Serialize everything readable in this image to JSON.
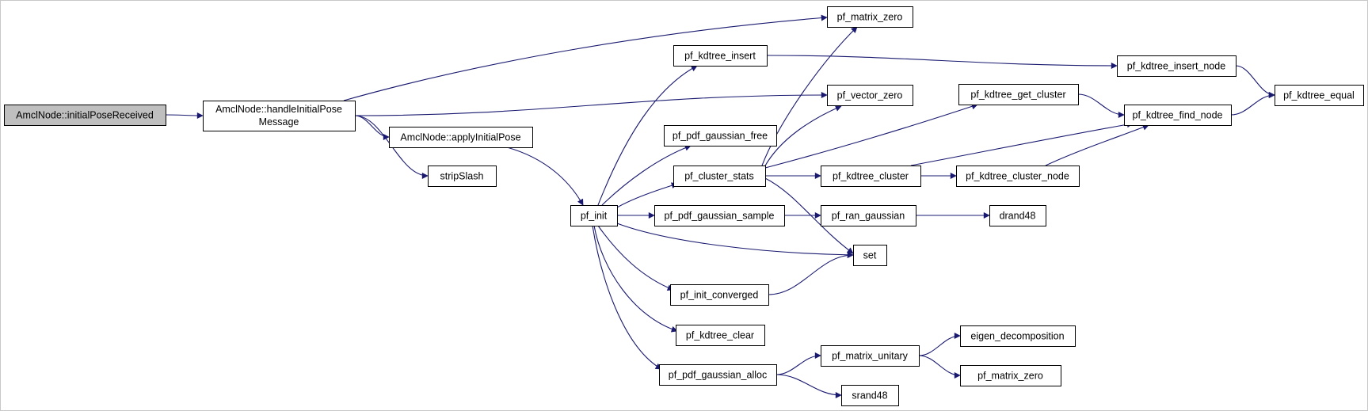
{
  "graph": {
    "colors": {
      "edge": "#191970",
      "node_border": "#000000",
      "node_fill": "#ffffff",
      "root_fill": "#bfbfbf"
    },
    "nodes": [
      {
        "id": "amcl_initial",
        "label": "AmclNode::initialPoseReceived",
        "root": true
      },
      {
        "id": "amcl_handle",
        "label": [
          "AmclNode::handleInitialPose",
          "Message"
        ]
      },
      {
        "id": "amcl_apply",
        "label": "AmclNode::applyInitialPose"
      },
      {
        "id": "strip",
        "label": "stripSlash"
      },
      {
        "id": "pf_init",
        "label": "pf_init"
      },
      {
        "id": "mzero_top",
        "label": "pf_matrix_zero"
      },
      {
        "id": "kd_insert",
        "label": "pf_kdtree_insert"
      },
      {
        "id": "kd_insert_node",
        "label": "pf_kdtree_insert_node"
      },
      {
        "id": "kd_equal",
        "label": "pf_kdtree_equal"
      },
      {
        "id": "vzero",
        "label": "pf_vector_zero"
      },
      {
        "id": "kd_get_cluster",
        "label": "pf_kdtree_get_cluster"
      },
      {
        "id": "kd_find",
        "label": "pf_kdtree_find_node"
      },
      {
        "id": "gauss_free",
        "label": "pf_pdf_gaussian_free"
      },
      {
        "id": "cluster_stats",
        "label": "pf_cluster_stats"
      },
      {
        "id": "kd_cluster",
        "label": "pf_kdtree_cluster"
      },
      {
        "id": "kd_cluster_node",
        "label": "pf_kdtree_cluster_node"
      },
      {
        "id": "gauss_sample",
        "label": "pf_pdf_gaussian_sample"
      },
      {
        "id": "ran_gauss",
        "label": "pf_ran_gaussian"
      },
      {
        "id": "drand",
        "label": "drand48"
      },
      {
        "id": "set",
        "label": "set"
      },
      {
        "id": "init_conv",
        "label": "pf_init_converged"
      },
      {
        "id": "kd_clear",
        "label": "pf_kdtree_clear"
      },
      {
        "id": "eigen",
        "label": "eigen_decomposition"
      },
      {
        "id": "m_unitary",
        "label": "pf_matrix_unitary"
      },
      {
        "id": "gauss_alloc",
        "label": "pf_pdf_gaussian_alloc"
      },
      {
        "id": "mzero_bot",
        "label": "pf_matrix_zero"
      },
      {
        "id": "srand",
        "label": "srand48"
      }
    ],
    "edges": [
      [
        "amcl_initial",
        "amcl_handle"
      ],
      [
        "amcl_handle",
        "mzero_top"
      ],
      [
        "amcl_handle",
        "vzero"
      ],
      [
        "amcl_handle",
        "amcl_apply"
      ],
      [
        "amcl_handle",
        "strip"
      ],
      [
        "amcl_apply",
        "pf_init"
      ],
      [
        "pf_init",
        "kd_insert"
      ],
      [
        "pf_init",
        "gauss_free"
      ],
      [
        "pf_init",
        "cluster_stats"
      ],
      [
        "pf_init",
        "gauss_sample"
      ],
      [
        "pf_init",
        "set"
      ],
      [
        "pf_init",
        "init_conv"
      ],
      [
        "pf_init",
        "kd_clear"
      ],
      [
        "pf_init",
        "gauss_alloc"
      ],
      [
        "kd_insert",
        "kd_insert_node"
      ],
      [
        "kd_insert_node",
        "kd_equal"
      ],
      [
        "cluster_stats",
        "mzero_top"
      ],
      [
        "cluster_stats",
        "vzero"
      ],
      [
        "cluster_stats",
        "kd_get_cluster"
      ],
      [
        "cluster_stats",
        "kd_cluster"
      ],
      [
        "cluster_stats",
        "set"
      ],
      [
        "kd_get_cluster",
        "kd_find"
      ],
      [
        "kd_find",
        "kd_equal"
      ],
      [
        "kd_cluster",
        "kd_find"
      ],
      [
        "kd_cluster",
        "kd_cluster_node"
      ],
      [
        "kd_cluster_node",
        "kd_find"
      ],
      [
        "gauss_sample",
        "ran_gauss"
      ],
      [
        "ran_gauss",
        "drand"
      ],
      [
        "init_conv",
        "set"
      ],
      [
        "gauss_alloc",
        "m_unitary"
      ],
      [
        "gauss_alloc",
        "srand"
      ],
      [
        "m_unitary",
        "eigen"
      ],
      [
        "m_unitary",
        "mzero_bot"
      ]
    ]
  }
}
